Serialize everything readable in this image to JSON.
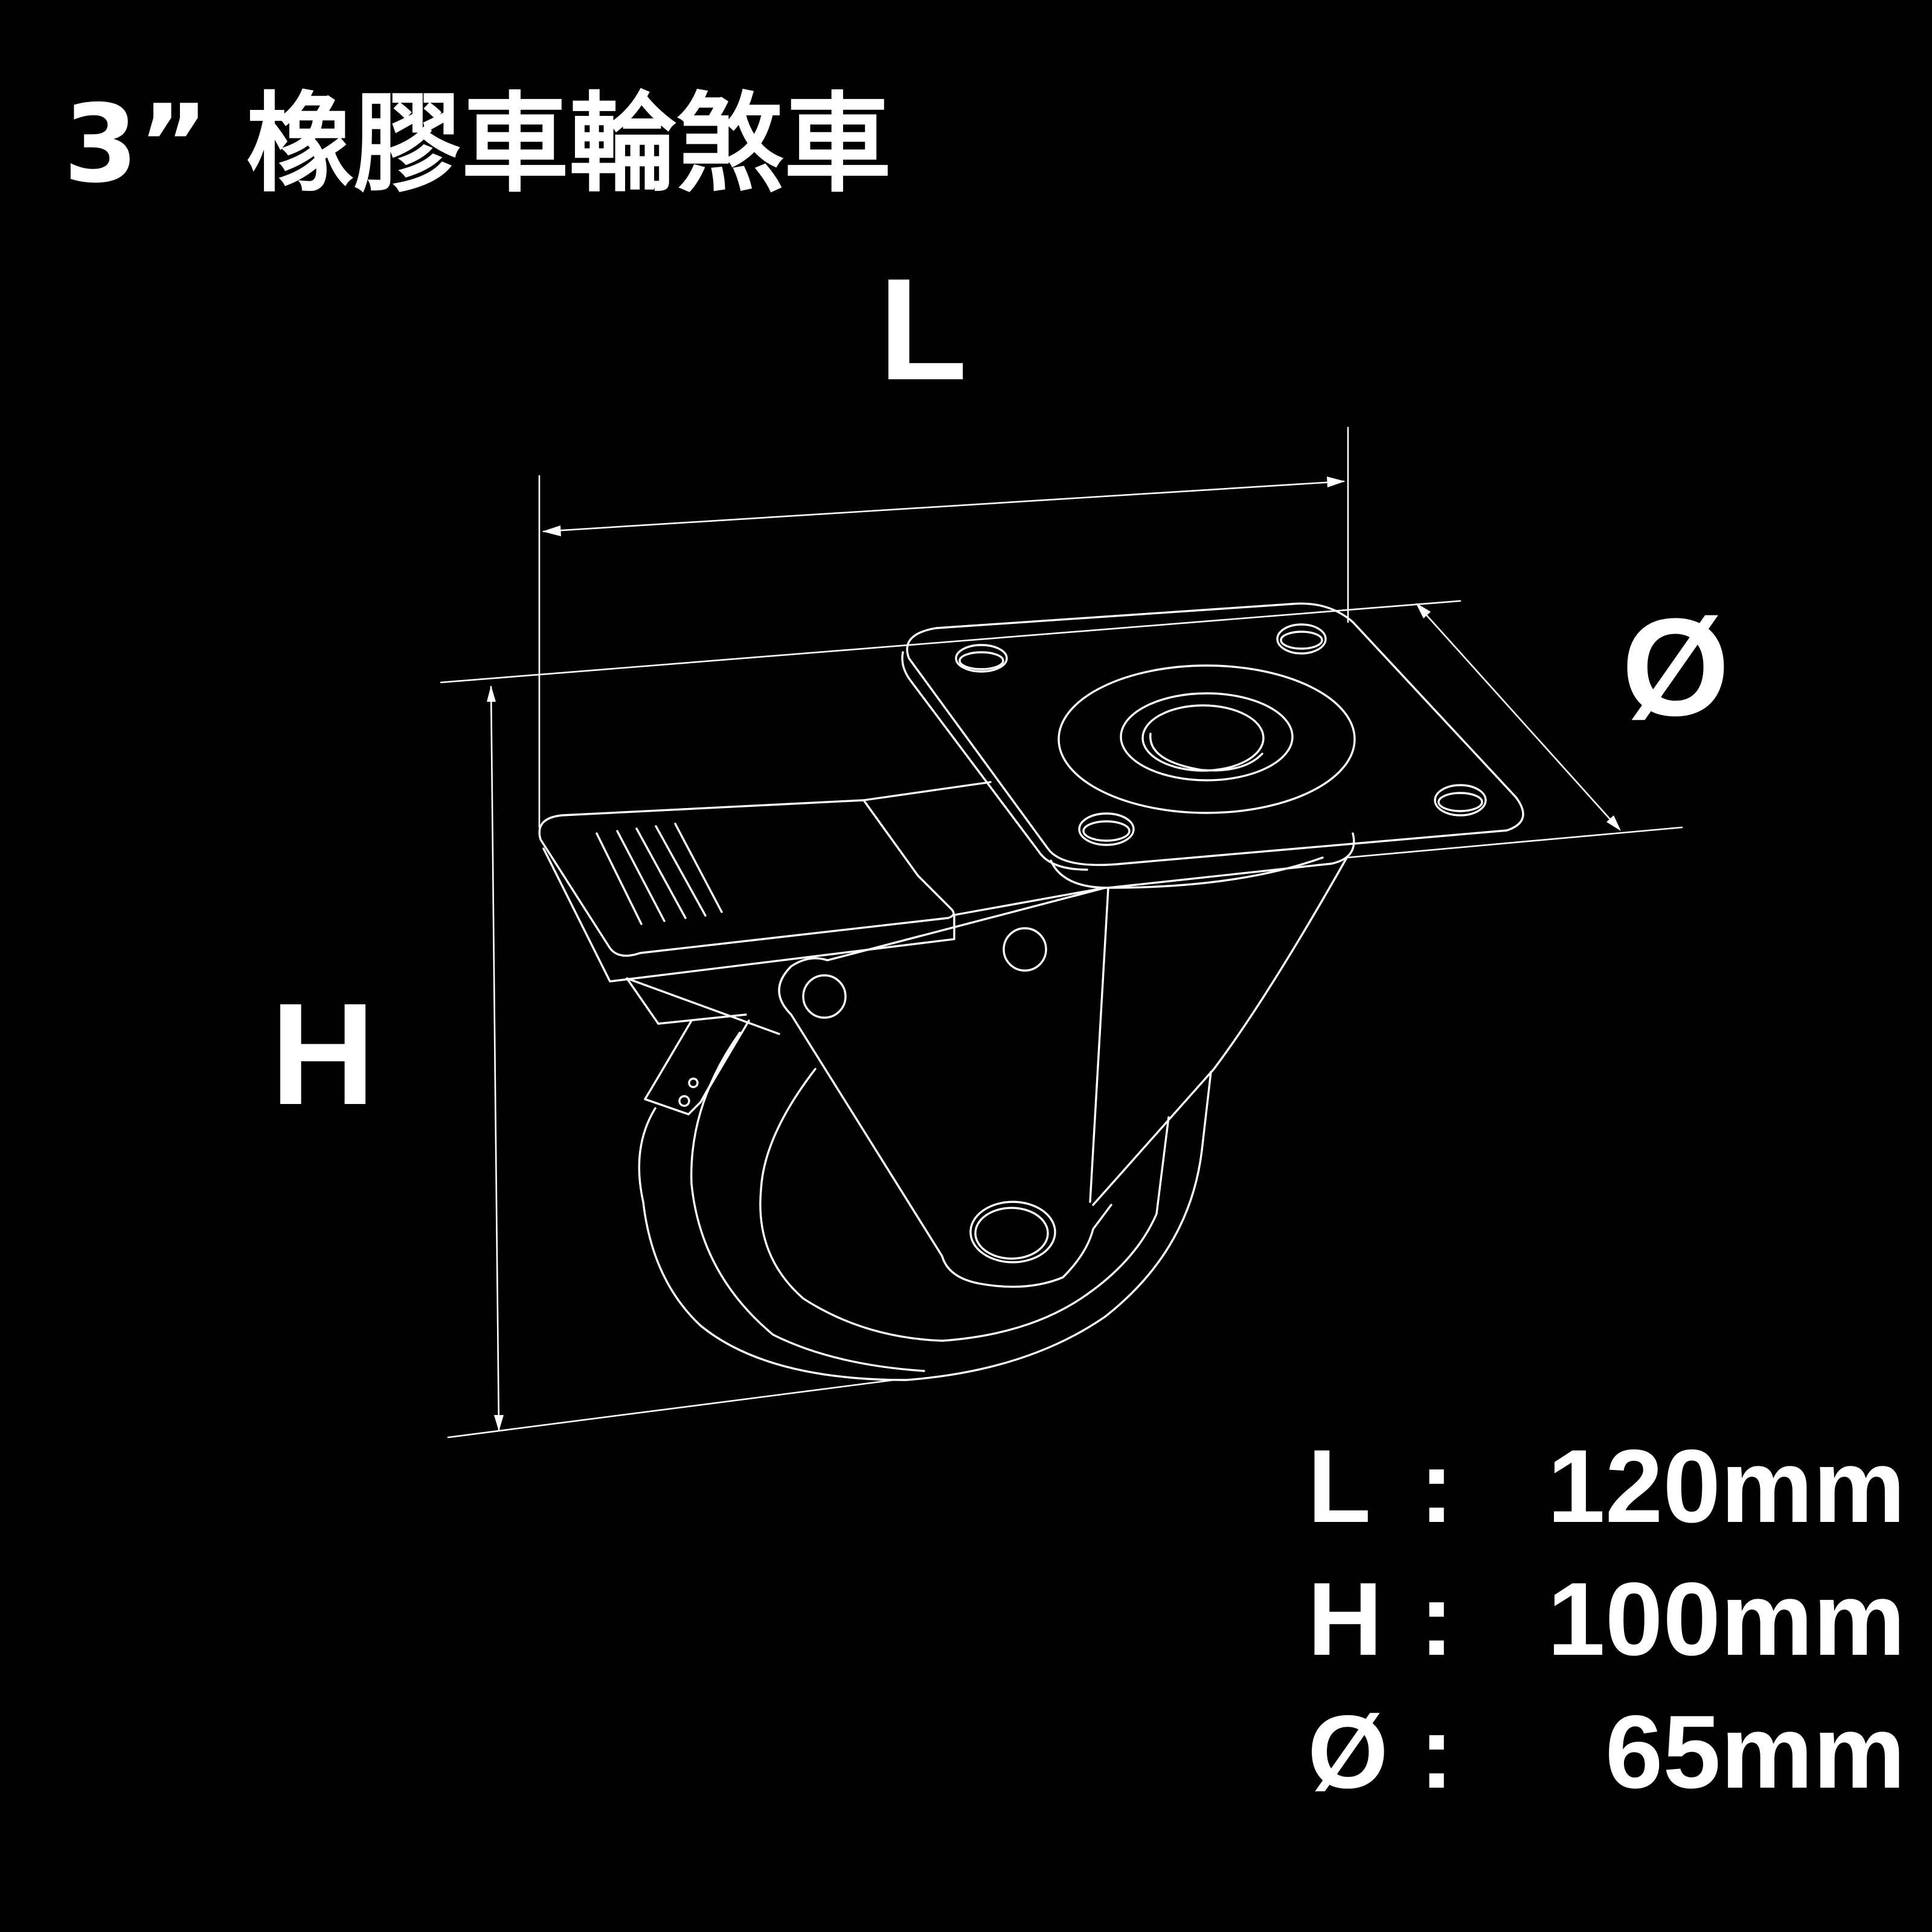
{
  "title": "3” 橡膠車輪煞車",
  "dimension_labels": {
    "length": "L",
    "height": "H",
    "diameter": "Ø"
  },
  "specs": [
    {
      "key": "L",
      "sep": ":",
      "value": "120mm"
    },
    {
      "key": "H",
      "sep": ":",
      "value": "100mm"
    },
    {
      "key": "Ø",
      "sep": ":",
      "value": "65mm"
    }
  ],
  "colors": {
    "background": "#000000",
    "line": "#ffffff",
    "text": "#ffffff"
  }
}
